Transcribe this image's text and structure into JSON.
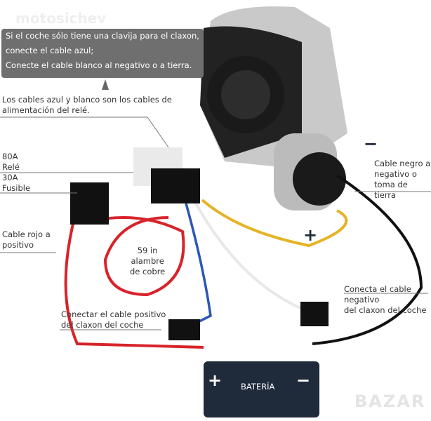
{
  "watermark": "motosichev",
  "watermark_bottom": "BAZAR",
  "callout": [
    "Si el coche sólo tiene una clavija para el claxon,",
    "conecte el cable azul;",
    "Conecte el cable blanco al negativo o a tierra."
  ],
  "labels": {
    "power_cables": [
      "Los cables azul y blanco son los cables de",
      "alimentación del relé."
    ],
    "relay": [
      "80A",
      "Relé"
    ],
    "fuse": [
      "30A",
      "Fusible"
    ],
    "red_cable": [
      "Cable rojo a",
      "positivo"
    ],
    "copper": [
      "59 in",
      "alambre",
      "de cobre"
    ],
    "black_cable": [
      "Cable negro a",
      "negativo o",
      "toma de tierra"
    ],
    "neg_horn": [
      "Conecta el cable negativo",
      "del claxon del coche"
    ],
    "pos_horn": [
      "Conectar el cable positivo",
      "del claxon del coche"
    ],
    "plus": "+",
    "minus": "−"
  },
  "battery": {
    "label": "BATERÍA",
    "plus": "+",
    "minus": "−",
    "color": "#1f2a3a"
  },
  "colors": {
    "red": "#d8232a",
    "blue": "#2b57b5",
    "yellow": "#e6b325",
    "white": "#e8e8e8",
    "black": "#111111"
  }
}
